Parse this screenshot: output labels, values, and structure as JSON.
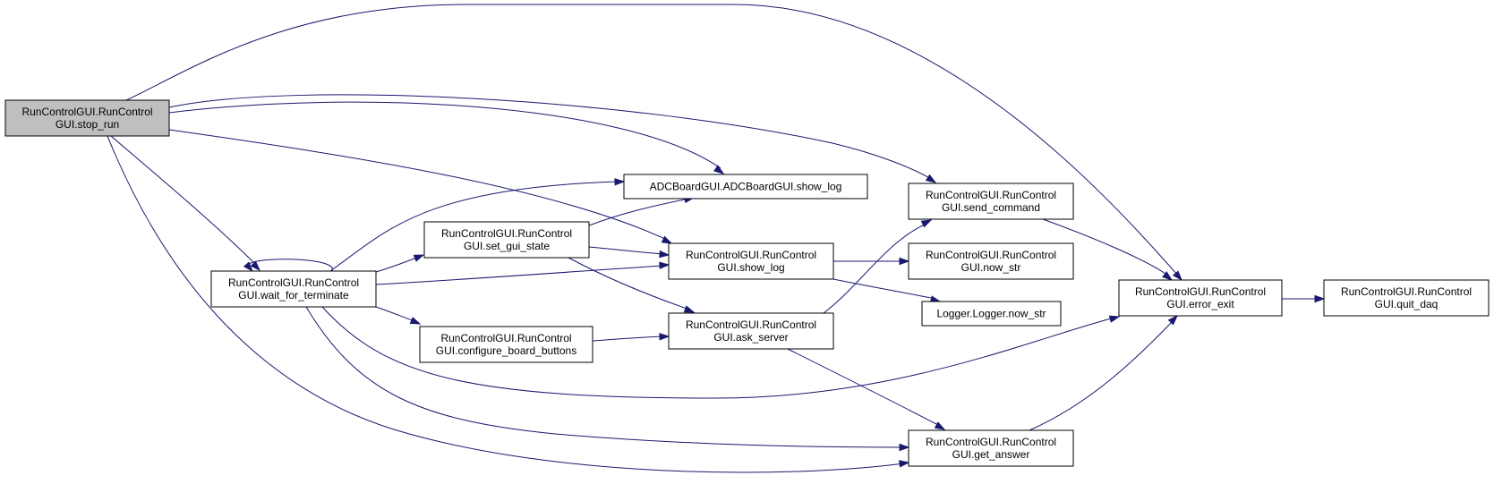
{
  "graph": {
    "kind": "call-graph",
    "colors": {
      "root_fill": "#bfbfbf",
      "node_fill": "#ffffff",
      "node_stroke": "#000000",
      "edge": "#191970"
    },
    "nodes": [
      {
        "id": "stop_run",
        "lines": [
          "RunControlGUI.RunControl",
          "GUI.stop_run"
        ],
        "root": true
      },
      {
        "id": "wait_for_terminate",
        "lines": [
          "RunControlGUI.RunControl",
          "GUI.wait_for_terminate"
        ]
      },
      {
        "id": "set_gui_state",
        "lines": [
          "RunControlGUI.RunControl",
          "GUI.set_gui_state"
        ]
      },
      {
        "id": "configure_board_buttons",
        "lines": [
          "RunControlGUI.RunControl",
          "GUI.configure_board_buttons"
        ]
      },
      {
        "id": "adc_show_log",
        "lines": [
          "ADCBoardGUI.ADCBoardGUI.show_log"
        ]
      },
      {
        "id": "show_log",
        "lines": [
          "RunControlGUI.RunControl",
          "GUI.show_log"
        ]
      },
      {
        "id": "ask_server",
        "lines": [
          "RunControlGUI.RunControl",
          "GUI.ask_server"
        ]
      },
      {
        "id": "send_command",
        "lines": [
          "RunControlGUI.RunControl",
          "GUI.send_command"
        ]
      },
      {
        "id": "now_str",
        "lines": [
          "RunControlGUI.RunControl",
          "GUI.now_str"
        ]
      },
      {
        "id": "logger_now_str",
        "lines": [
          "Logger.Logger.now_str"
        ]
      },
      {
        "id": "get_answer",
        "lines": [
          "RunControlGUI.RunControl",
          "GUI.get_answer"
        ]
      },
      {
        "id": "error_exit",
        "lines": [
          "RunControlGUI.RunControl",
          "GUI.error_exit"
        ]
      },
      {
        "id": "quit_daq",
        "lines": [
          "RunControlGUI.RunControl",
          "GUI.quit_daq"
        ]
      }
    ],
    "edges": [
      {
        "from": "stop_run",
        "to": "error_exit"
      },
      {
        "from": "stop_run",
        "to": "send_command"
      },
      {
        "from": "stop_run",
        "to": "adc_show_log"
      },
      {
        "from": "stop_run",
        "to": "show_log"
      },
      {
        "from": "stop_run",
        "to": "wait_for_terminate"
      },
      {
        "from": "stop_run",
        "to": "get_answer"
      },
      {
        "from": "wait_for_terminate",
        "to": "wait_for_terminate"
      },
      {
        "from": "wait_for_terminate",
        "to": "adc_show_log"
      },
      {
        "from": "wait_for_terminate",
        "to": "set_gui_state"
      },
      {
        "from": "wait_for_terminate",
        "to": "show_log"
      },
      {
        "from": "wait_for_terminate",
        "to": "configure_board_buttons"
      },
      {
        "from": "wait_for_terminate",
        "to": "error_exit"
      },
      {
        "from": "wait_for_terminate",
        "to": "get_answer"
      },
      {
        "from": "set_gui_state",
        "to": "adc_show_log"
      },
      {
        "from": "set_gui_state",
        "to": "show_log"
      },
      {
        "from": "set_gui_state",
        "to": "ask_server"
      },
      {
        "from": "configure_board_buttons",
        "to": "ask_server"
      },
      {
        "from": "show_log",
        "to": "now_str"
      },
      {
        "from": "show_log",
        "to": "logger_now_str"
      },
      {
        "from": "ask_server",
        "to": "send_command"
      },
      {
        "from": "ask_server",
        "to": "get_answer"
      },
      {
        "from": "send_command",
        "to": "error_exit"
      },
      {
        "from": "get_answer",
        "to": "error_exit"
      },
      {
        "from": "error_exit",
        "to": "quit_daq"
      }
    ]
  }
}
